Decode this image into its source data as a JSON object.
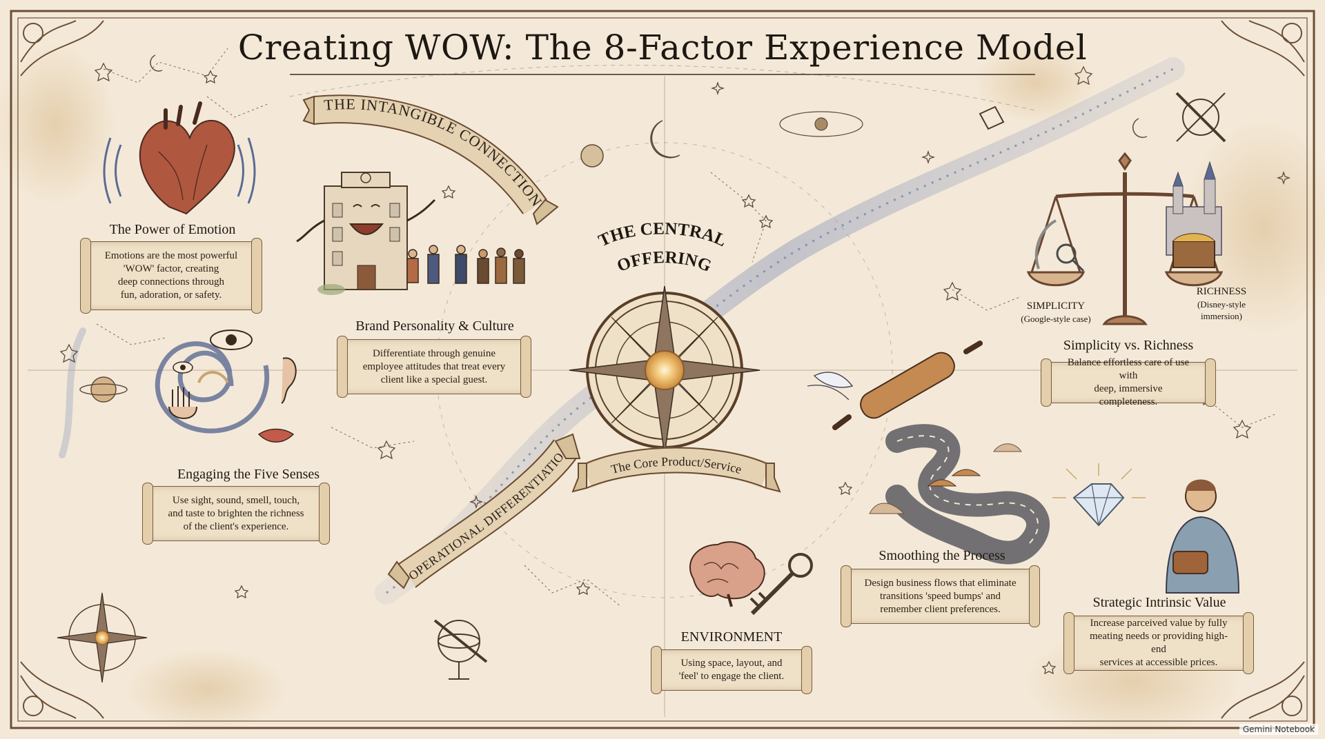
{
  "title": "Creating WOW: The 8-Factor Experience Model",
  "banners": {
    "intangible": "THE INTANGIBLE CONNECTION",
    "operational": "OPERATIONAL DIFFERENTIATION",
    "core": "The Core Product/Service"
  },
  "center": {
    "line1": "THE CENTRAL",
    "line2": "OFFERING"
  },
  "factors": {
    "emotion": {
      "heading": "The Power of Emotion",
      "lines": [
        "Emotions are the most powerful",
        "'WOW' factor, creating",
        "deep connections through",
        "fun, adoration, or safety."
      ]
    },
    "brand": {
      "heading": "Brand Personality & Culture",
      "lines": [
        "Differentiate through genuine",
        "employee attitudes that treat every",
        "client like a special guest."
      ]
    },
    "senses": {
      "heading": "Engaging the Five Senses",
      "lines": [
        "Use sight, sound, smell, touch,",
        "and taste to brighten the richness",
        "of the client's experience."
      ]
    },
    "environment": {
      "heading": "ENVIRONMENT",
      "lines": [
        "Using space, layout, and",
        "'feel' to engage the client."
      ]
    },
    "process": {
      "heading": "Smoothing the Process",
      "lines": [
        "Design business flows that eliminate",
        "transitions 'speed bumps' and",
        "remember client preferences."
      ]
    },
    "simplicity": {
      "heading": "Simplicity vs. Richness",
      "lines": [
        "Balance effortless care of use with",
        "deep, immersive completeness."
      ],
      "left_label": "SIMPLICITY",
      "left_sub": "(Google-style case)",
      "right_label": "RICHNESS",
      "right_sub_1": "(Disney-style",
      "right_sub_2": "immersion)"
    },
    "value": {
      "heading": "Strategic Intrinsic Value",
      "lines": [
        "Increase parceived value by fully",
        "meating needs or providing high-end",
        "services at accessible prices."
      ]
    }
  },
  "watermark": "Gemini Notebook",
  "icons": [
    "heart-icon",
    "smiling-building-icon",
    "swirl-senses-icon",
    "compass-rose-icon",
    "brain-icon",
    "key-icon",
    "winged-rolling-pin-icon",
    "winding-road-icon",
    "balance-scale-icon",
    "castle-icon",
    "diamond-icon",
    "person-wallet-icon",
    "moon-icon",
    "planet-icon",
    "astrolabe-icon"
  ],
  "colors": {
    "parchment": "#f4e9d8",
    "ink": "#2b2118",
    "sepia": "#7a5a3c",
    "river": "#8d9bbf",
    "gold": "#e9b463"
  }
}
